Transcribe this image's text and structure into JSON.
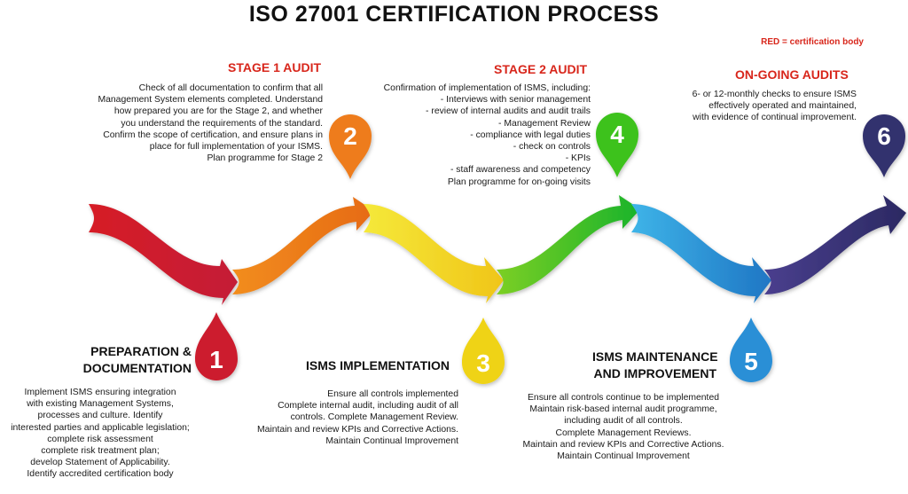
{
  "title": "ISO 27001 CERTIFICATION PROCESS",
  "legend_note": "RED = certification body",
  "steps": [
    {
      "number": "1",
      "heading_lines": [
        "PREPARATION &",
        "DOCUMENTATION"
      ],
      "color": "#c8202a",
      "lines": [
        "Implement ISMS ensuring integration",
        "with existing Management Systems,",
        "processes and culture.  Identify",
        "interested parties and applicable legislation;",
        "complete risk assessment",
        "complete risk treatment plan;",
        "develop Statement of Applicability.",
        "Identify accredited certification body"
      ]
    },
    {
      "number": "2",
      "heading": "STAGE 1 AUDIT",
      "color": "#ef7d1a",
      "lines": [
        "Check of all documentation to confirm that all",
        "Management System elements completed.  Understand",
        "how prepared you are for the Stage 2, and whether",
        "you understand the requirements of the standard.",
        "Confirm the scope of certification, and ensure plans in",
        "place for full implementation of your ISMS.",
        "Plan programme for Stage 2"
      ]
    },
    {
      "number": "3",
      "heading": "ISMS IMPLEMENTATION",
      "color": "#efd312",
      "lines": [
        "Ensure all controls implemented",
        "Complete internal audit, including audit of all",
        "controls.  Complete Management Review.",
        "Maintain and review KPIs and Corrective Actions.",
        "Maintain Continual Improvement"
      ]
    },
    {
      "number": "4",
      "heading": "STAGE 2 AUDIT",
      "color": "#3cc21b",
      "lines": [
        "Confirmation of implementation of ISMS, including:",
        "- Interviews with senior management",
        "- review of internal audits and audit trails",
        "- Management Review",
        "- compliance with legal duties",
        "- check on controls",
        "- KPIs",
        "- staff awareness and competency",
        "Plan programme for on-going visits"
      ]
    },
    {
      "number": "5",
      "heading_lines": [
        "ISMS MAINTENANCE",
        "AND IMPROVEMENT"
      ],
      "color": "#2a8fd6",
      "lines": [
        "Ensure all controls continue to be implemented",
        "Maintain risk-based internal audit programme,",
        "including audit of all controls.",
        "Complete Management Reviews.",
        "Maintain and review KPIs and Corrective Actions.",
        "Maintain Continual Improvement"
      ]
    },
    {
      "number": "6",
      "heading": "ON-GOING AUDITS",
      "color": "#33306e",
      "lines": [
        "6- or 12-monthly checks to ensure ISMS",
        "effectively operated and maintained,",
        "with evidence of continual improvement."
      ]
    }
  ]
}
